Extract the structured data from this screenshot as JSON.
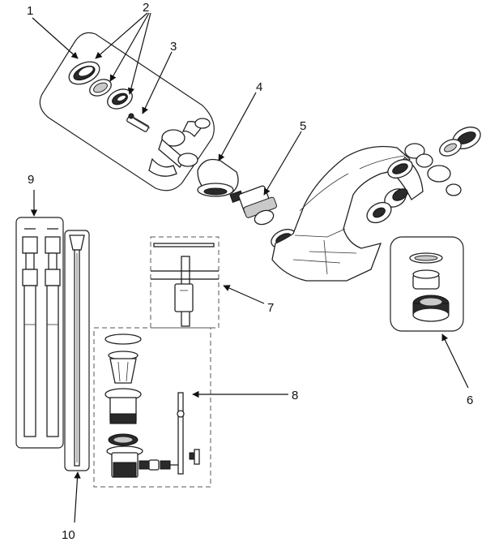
{
  "callouts": [
    {
      "id": "1",
      "text": "1"
    },
    {
      "id": "2",
      "text": "2"
    },
    {
      "id": "3",
      "text": "3"
    },
    {
      "id": "4",
      "text": "4"
    },
    {
      "id": "5",
      "text": "5"
    },
    {
      "id": "6",
      "text": "6"
    },
    {
      "id": "7",
      "text": "7"
    },
    {
      "id": "8",
      "text": "8"
    },
    {
      "id": "9",
      "text": "9"
    },
    {
      "id": "10",
      "text": "10"
    }
  ],
  "colors": {
    "line": "#111111",
    "part_fill": "#ffffff",
    "shade": "#c9c9c9",
    "dark": "#2a2a2a"
  }
}
